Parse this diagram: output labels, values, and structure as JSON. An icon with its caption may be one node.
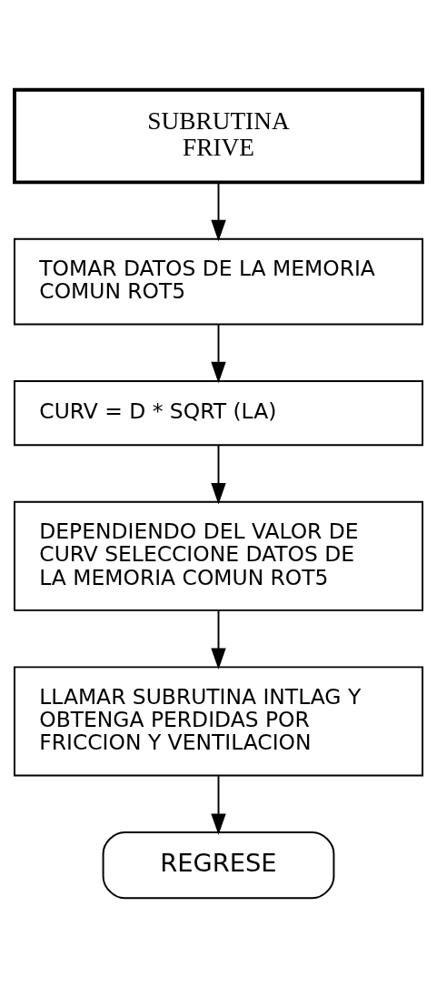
{
  "diagram": {
    "nodes": [
      {
        "text": [
          "SUBRUTINA FRIVE"
        ]
      },
      {
        "text": [
          "TOMAR DATOS DE LA MEMORIA COMUN ROT5"
        ]
      },
      {
        "text": [
          "CURV = D * SQRT (LA)"
        ]
      },
      {
        "text": [
          "DEPENDIENDO DEL VALOR DE CURV SELECCIONE DATOS DE LA MEMORIA COMUN ROT5"
        ]
      },
      {
        "text": [
          "LLAMAR SUBRUTINA INTLAG Y OBTENGA PERDIDAS POR FRICCION Y VENTILACION"
        ]
      },
      {
        "text": [
          "REGRESE"
        ]
      }
    ],
    "edges": [
      {
        "from": 0,
        "to": 1,
        "arrow": "to"
      },
      {
        "from": 1,
        "to": 2,
        "arrow": "to"
      },
      {
        "from": 2,
        "to": 3,
        "arrow": "to"
      },
      {
        "from": 3,
        "to": 4,
        "arrow": "to"
      },
      {
        "from": 4,
        "to": 5,
        "arrow": "to"
      }
    ]
  }
}
